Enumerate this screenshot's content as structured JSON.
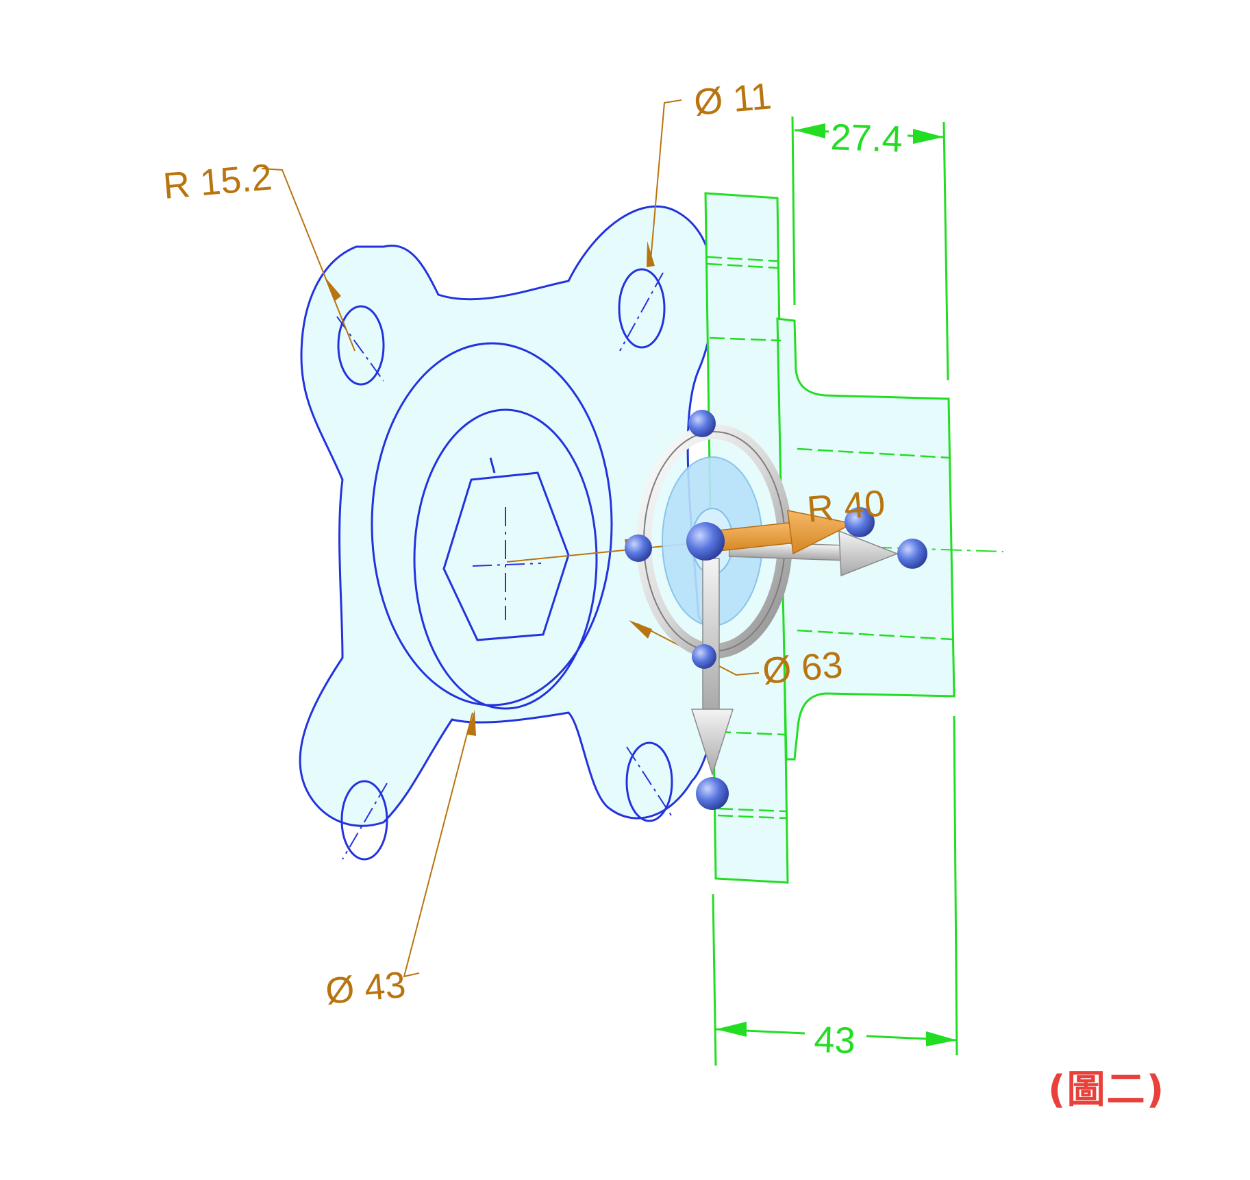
{
  "colors": {
    "front_view": "#2233dd",
    "side_view": "#22dd22",
    "annotation": "#b8740f",
    "fill": "#e6fbfb",
    "caption": "#e8403a"
  },
  "dimensions": {
    "r15_2": "R 15.2",
    "d11": "Ø 11",
    "d43_front": "Ø 43",
    "d63": "Ø 63",
    "r40": "R 40",
    "w27_4": "27.4",
    "w43_side": "43"
  },
  "caption": "(圖二)"
}
